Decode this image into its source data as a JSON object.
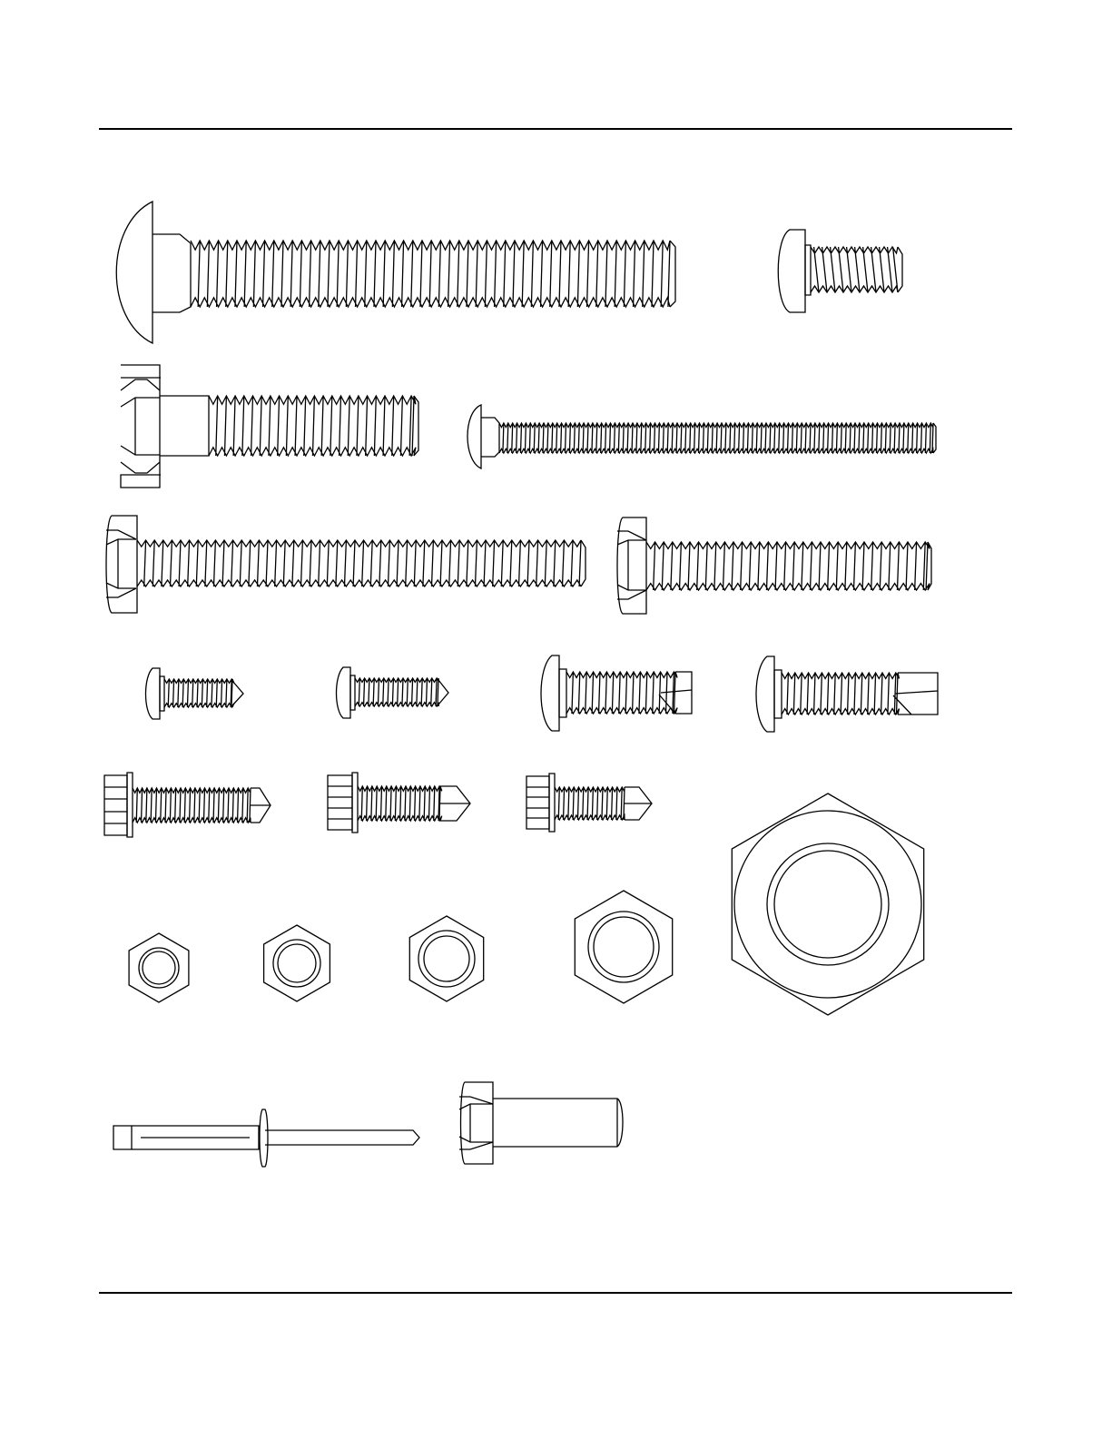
{
  "page": {
    "background": "#ffffff",
    "line_color": "#000000"
  },
  "fasteners": [
    {
      "name": "carriage-bolt-large"
    },
    {
      "name": "button-head-screw"
    },
    {
      "name": "hex-bolt-partial-thread"
    },
    {
      "name": "carriage-bolt-long-thin"
    },
    {
      "name": "hex-bolt-long"
    },
    {
      "name": "hex-bolt-medium"
    },
    {
      "name": "pan-head-tapping-screw-small"
    },
    {
      "name": "pan-head-tapping-screw-medium"
    },
    {
      "name": "thread-cutting-screw-a"
    },
    {
      "name": "thread-cutting-screw-b"
    },
    {
      "name": "flange-self-drilling-screw-long"
    },
    {
      "name": "flange-self-drilling-screw-medium"
    },
    {
      "name": "flange-self-drilling-screw-short"
    },
    {
      "name": "hex-nut-xs"
    },
    {
      "name": "hex-nut-s"
    },
    {
      "name": "hex-nut-m"
    },
    {
      "name": "hex-nut-l"
    },
    {
      "name": "hex-nut-xl"
    },
    {
      "name": "blind-rivet"
    },
    {
      "name": "hex-shoulder-bolt"
    }
  ]
}
